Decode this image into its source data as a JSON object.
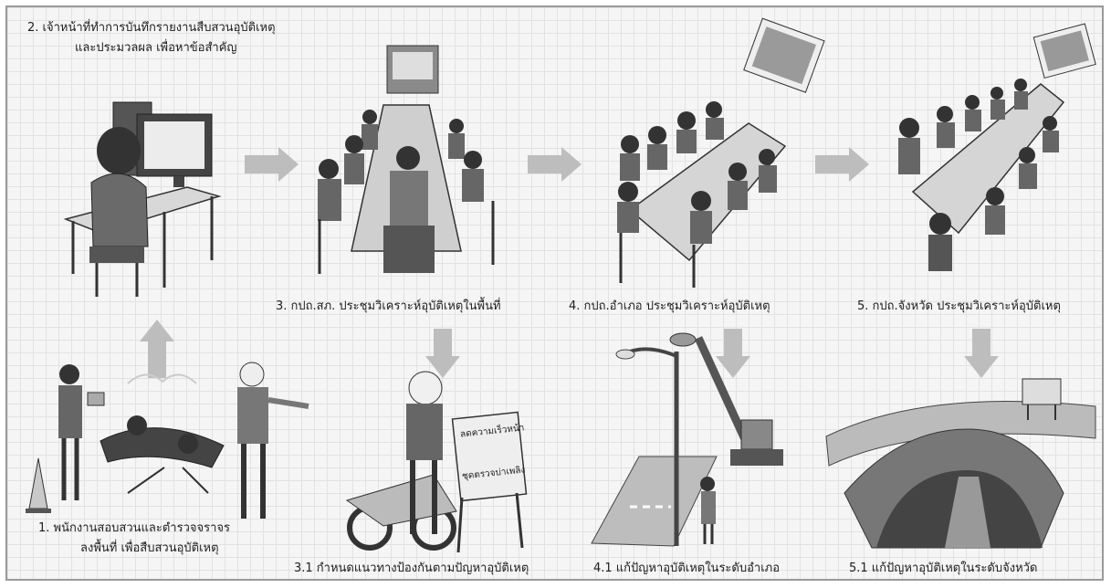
{
  "steps": {
    "step1": {
      "line1": "1. พนักงานสอบสวนและตำรวจจราจร",
      "line2": "ลงพื้นที่ เพื่อสืบสวนอุบัติเหตุ"
    },
    "step2": {
      "line1": "2. เจ้าหน้าที่ทำการบันทึกรายงานสืบสวนอุบัติเหตุ",
      "line2": "และประมวลผล เพื่อหาข้อสำคัญ"
    },
    "step3": {
      "label": "3. กปถ.สภ. ประชุมวิเคราะห์อุบัติเหตุในพื้นที่"
    },
    "step31": {
      "label": "3.1 กำหนดแนวทางป้องกันตามปัญหาอุบัติเหตุ"
    },
    "step4": {
      "label": "4. กปถ.อำเภอ ประชุมวิเคราะห์อุบัติเหตุ"
    },
    "step41": {
      "label": "4.1 แก้ปัญหาอุบัติเหตุในระดับอำเภอ"
    },
    "step5": {
      "label": "5. กปถ.จังหวัด ประชุมวิเคราะห์อุบัติเหตุ"
    },
    "step51": {
      "label": "5.1 แก้ปัญหาอุบัติเหตุในระดับจังหวัด"
    }
  },
  "signboard": {
    "line1": "ลดความเร็วหน้า",
    "line2": "ชุดตรวจบ่าเพลิง"
  },
  "colors": {
    "arrow": "#bdbdbd",
    "ink": "#1e1e1e",
    "grid": "#e2e2e2"
  },
  "icons": [
    "computer-workstation",
    "meeting-table-small",
    "meeting-table-medium",
    "meeting-table-large",
    "accident-scene",
    "traffic-police-signboard",
    "crane-streetlight",
    "overpass-tunnel"
  ]
}
